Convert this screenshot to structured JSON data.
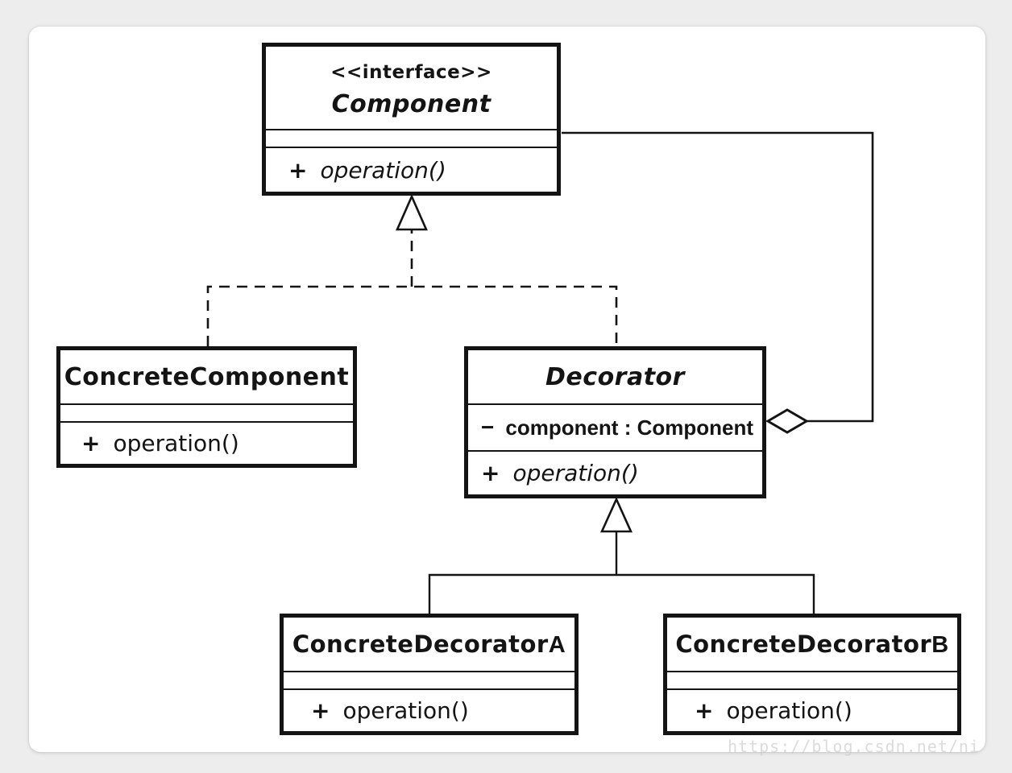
{
  "diagram": {
    "kind": "uml-class-diagram",
    "pattern": "Decorator"
  },
  "classes": {
    "component": {
      "stereotype": "<<interface>>",
      "name": "Component",
      "operation_visibility": "+",
      "operation": "operation()"
    },
    "concrete_component": {
      "name": "ConcreteComponent",
      "operation_visibility": "+",
      "operation": "operation()"
    },
    "decorator": {
      "name": "Decorator",
      "attribute_visibility": "−",
      "attribute": "component : Component",
      "operation_visibility": "+",
      "operation": "operation()"
    },
    "concrete_decorator_a": {
      "name_main": "ConcreteDecorator",
      "name_suffix": "A",
      "operation_visibility": "+",
      "operation": "operation()"
    },
    "concrete_decorator_b": {
      "name_main": "ConcreteDecorator",
      "name_suffix": "B",
      "operation_visibility": "+",
      "operation": "operation()"
    }
  },
  "relationships": [
    {
      "type": "realization",
      "from": "ConcreteComponent",
      "to": "Component",
      "line": "dashed",
      "arrow": "hollow-triangle"
    },
    {
      "type": "realization",
      "from": "Decorator",
      "to": "Component",
      "line": "dashed",
      "arrow": "hollow-triangle"
    },
    {
      "type": "generalization",
      "from": "ConcreteDecoratorA",
      "to": "Decorator",
      "line": "solid",
      "arrow": "hollow-triangle"
    },
    {
      "type": "generalization",
      "from": "ConcreteDecoratorB",
      "to": "Decorator",
      "line": "solid",
      "arrow": "hollow-triangle"
    },
    {
      "type": "aggregation",
      "from": "Decorator",
      "to": "Component",
      "line": "solid",
      "arrow": "hollow-diamond-at-decorator"
    }
  ],
  "watermark": {
    "text": "https://blog.csdn.net/ni"
  },
  "colors": {
    "page_background": "#ededed",
    "canvas_background": "#ffffff",
    "line": "#141414",
    "watermark": "#c9c9c9"
  }
}
